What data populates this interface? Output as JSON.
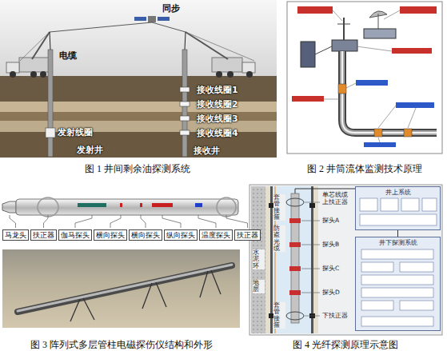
{
  "diagram": {
    "nodes": [
      {
        "text": [
          "马龙头"
        ]
      },
      {
        "text": [
          "扶正器"
        ]
      },
      {
        "text": [
          "伽马探头"
        ]
      },
      {
        "text": [
          "横向探头"
        ]
      },
      {
        "text": [
          "横向探头"
        ]
      },
      {
        "text": [
          "纵向探头"
        ]
      },
      {
        "text": [
          "温度探头"
        ]
      },
      {
        "text": [
          "扶正器"
        ]
      },
      {
        "text": [
          "井上系统"
        ]
      },
      {
        "text": [
          "井下探测系统"
        ]
      }
    ],
    "edges": [
      {
        "from": 8,
        "to": 9,
        "arrow": "none"
      }
    ],
    "labels": [
      "同步",
      "电缆",
      "发射线圈",
      "发射井",
      "接收井",
      "接收线圈1",
      "接收线圈2",
      "接收线圈3",
      "接收线圈4",
      "图 1 井间剩余油探测系统",
      "图 2 井筒流体监测技术原理",
      "单芯线缆",
      "套管接箍",
      "防盗光缆",
      "水泥环",
      "地层",
      "套管接箍",
      "上扶正器",
      "探头A",
      "探头B",
      "探头C",
      "探头D",
      "下扶正器",
      "图 3 阵列式多层管柱电磁探伤仪结构和外形",
      "图 4 光纤探测原理示意图"
    ]
  }
}
